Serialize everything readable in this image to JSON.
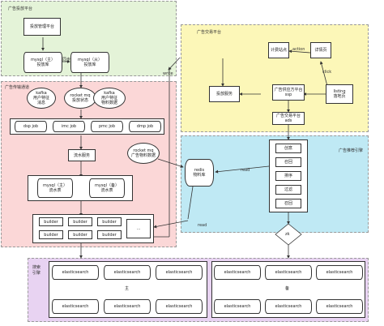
{
  "zones": {
    "platform": "广告投放平台",
    "transfer": "广告传输通道",
    "trade": "广告交易平台",
    "recommend": "广告推荐引擎",
    "search": "搜索\n引擎"
  },
  "platform": {
    "manage": "投放管理平台",
    "mysql_main": "mysql（主）\n投放库",
    "mysql_slave": "mysql（从）\n投放库",
    "sync_label": "同步",
    "write_label": "write"
  },
  "transfer": {
    "kafka": "kafka\n用户特征\n消息",
    "rocketmq_status": "rocket mq\n投放状态",
    "kafka_material": "kafka\n用户特征\n物料数据",
    "jobs": [
      "dsp job",
      "imc job",
      "pmc job",
      "dmp job"
    ],
    "flow": "流水服务",
    "mysql_main_flow": "mysql（主）\n流水表",
    "mysql_slave_flow": "mysql（备）\n流水表",
    "builders": [
      "builder",
      "builder",
      "builder",
      "builder",
      "builder",
      "builder"
    ],
    "ellipsis": "..."
  },
  "trade": {
    "billing": "计费站点",
    "detail": "详情页",
    "action_label": "action",
    "click_label": "click",
    "ad_service": "投放服务",
    "ssp": "广告供应方平台\nssp",
    "listing": "listing\n落地页",
    "ads": "广告交易平台\nads"
  },
  "recommend": {
    "rocketmq_material": "rocket mq\n广告物料数据",
    "redis": "redis\n物料库",
    "read_label": "read",
    "read_label_2": "read",
    "steps": [
      "创意",
      "召回",
      "排序",
      "过滤",
      "召回"
    ],
    "zk": "zk"
  },
  "search": {
    "es": [
      "elasticsearch",
      "elasticsearch",
      "elasticsearch",
      "elasticsearch",
      "elasticsearch",
      "elasticsearch",
      "elasticsearch",
      "elasticsearch",
      "elasticsearch",
      "elasticsearch",
      "elasticsearch",
      "elasticsearch"
    ],
    "main_label": "主",
    "backup_label": "备"
  }
}
